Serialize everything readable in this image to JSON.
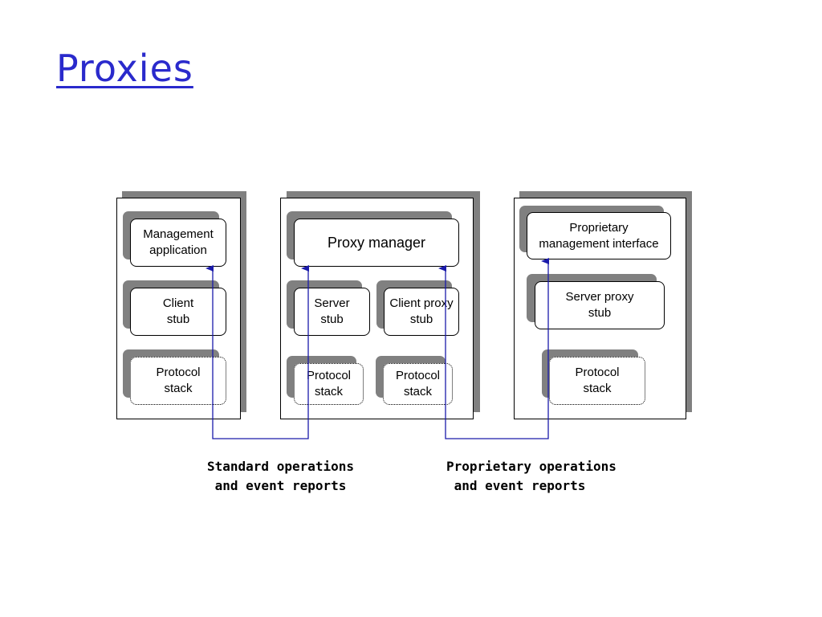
{
  "title": "Proxies",
  "panels": {
    "left": {
      "management_application": "Management\napplication",
      "client_stub": "Client\nstub",
      "protocol_stack": "Protocol\nstack"
    },
    "middle": {
      "proxy_manager": "Proxy manager",
      "server_stub": "Server\nstub",
      "client_proxy_stub": "Client proxy\nstub",
      "protocol_stack_a": "Protocol\nstack",
      "protocol_stack_b": "Protocol\nstack"
    },
    "right": {
      "proprietary_interface": "Proprietary\nmanagement interface",
      "server_proxy_stub": "Server proxy\nstub",
      "protocol_stack": "Protocol\nstack"
    }
  },
  "captions": {
    "standard": "Standard operations\n and event reports",
    "proprietary": "Proprietary operations\n and event reports"
  },
  "colors": {
    "title": "#2a2acc",
    "arrow": "#1a1aaa",
    "shadow": "#808080"
  }
}
